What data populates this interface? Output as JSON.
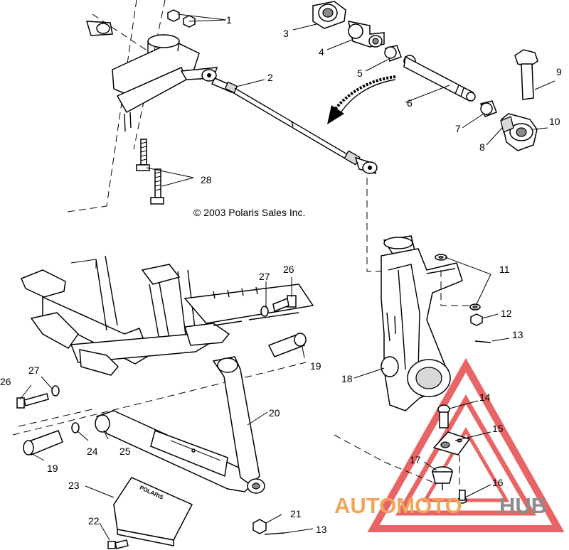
{
  "copyright": "© 2003 Polaris Sales Inc.",
  "watermark": {
    "part1": "AUTOMOTO",
    "part2": "HUB",
    "color_main": "#f2a55a",
    "color_hub": "#8c8c8c",
    "triangle_color": "#e64b4b"
  },
  "stamp_text": "POLARIS",
  "callouts": [
    "1",
    "2",
    "3",
    "4",
    "5",
    "6",
    "7",
    "8",
    "9",
    "10",
    "11",
    "12",
    "13",
    "13",
    "14",
    "15",
    "16",
    "17",
    "18",
    "19",
    "19",
    "20",
    "21",
    "22",
    "23",
    "24",
    "25",
    "26",
    "26",
    "27",
    "27",
    "28"
  ]
}
